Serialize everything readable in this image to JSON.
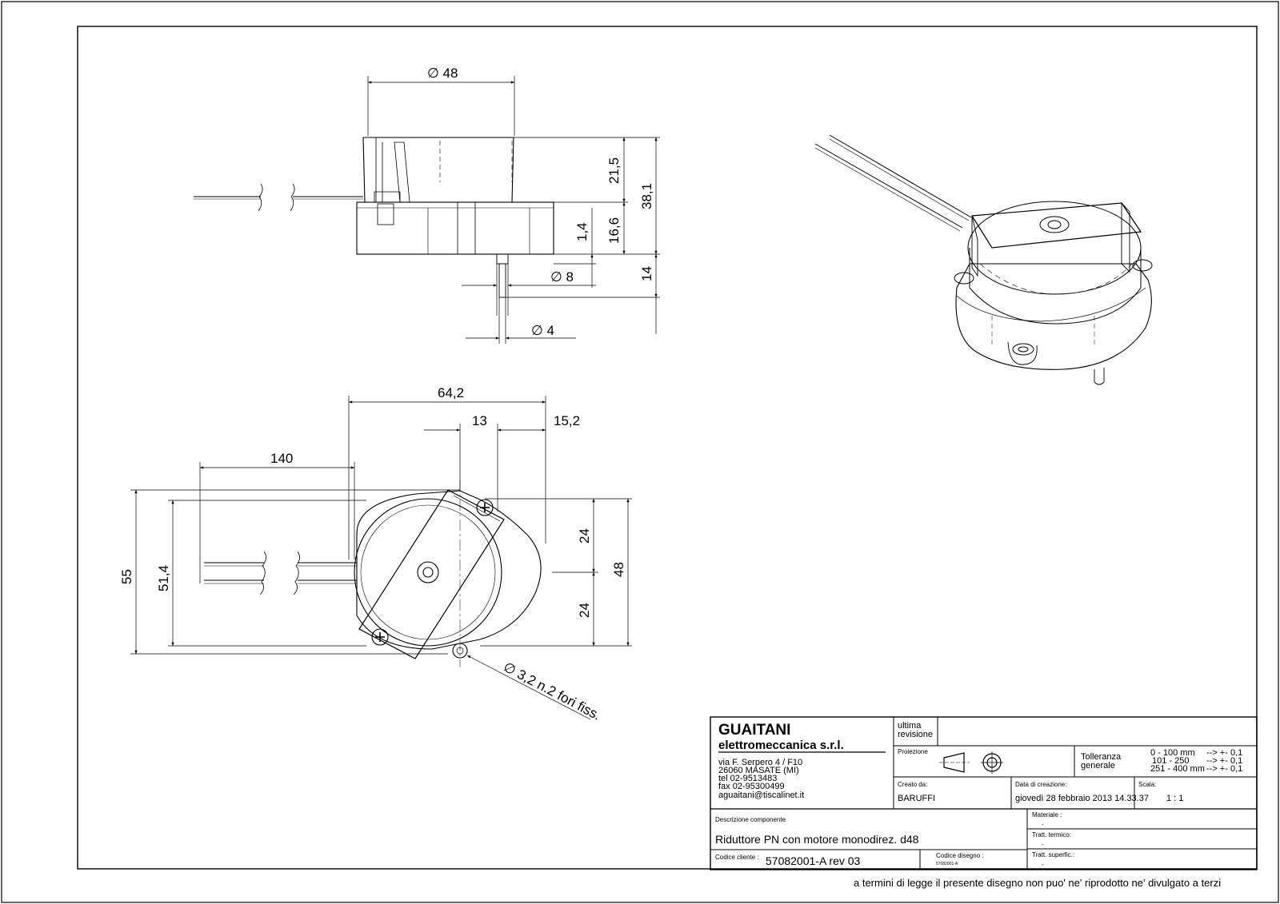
{
  "dimensions": {
    "side_view": {
      "diameter": "∅ 48",
      "cover_height": "21,5",
      "total_height": "38,1",
      "base_step": "1,4",
      "base_height": "16,6",
      "shaft_length": "14",
      "shaft_boss_diameter": "∅ 8",
      "shaft_diameter": "∅ 4"
    },
    "top_view": {
      "width": "64,2",
      "center_offset": "13",
      "right_offset": "15,2",
      "wire_length": "140",
      "overall_height": "55",
      "hole_spacing": "51,4",
      "half_upper": "24",
      "half_lower": "24",
      "diameter": "48",
      "holes_note": "∅ 3,2 n.2 fori fiss."
    }
  },
  "title_block": {
    "company_name": "GUAITANI",
    "company_sub": "elettromeccanica s.r.l.",
    "address_lines": [
      "via F. Serpero  4 / F10",
      "26060  MASATE (MI)",
      "tel 02-9513483",
      "fax 02-95300499",
      "aguaitani@tiscalinet.it"
    ],
    "last_revision_label": [
      "ultima",
      "revisione"
    ],
    "projection_label": "Proiezione",
    "tolerance_label": [
      "Tolleranza",
      "generale"
    ],
    "tolerance_rows": [
      {
        "range": "0 - 100 mm",
        "value": "--> +- 0,1"
      },
      {
        "range": "101 - 250",
        "value": "--> +- 0,1"
      },
      {
        "range": "251 - 400 mm",
        "value": "--> +- 0,1"
      }
    ],
    "created_by_label": "Creato da:",
    "created_by": "BARUFFI",
    "creation_date_label": "Data di creazione:",
    "creation_date": "giovedì 28 febbraio 2013 14.33.37",
    "scale_label": "Scala:",
    "scale": "1 : 1",
    "description_label": "Descrizione componente",
    "description": "Riduttore PN con motore monodirez. d48",
    "material_label": "Materiale :",
    "material_value": "-",
    "thermal_label": "Tratt. termico:",
    "thermal_value": "-",
    "surface_label": "Tratt. superfic.:",
    "surface_value": "-",
    "client_code_label": "Codice cliente :",
    "client_code": "57082001-A rev 03",
    "drawing_code_label": "Codice disegno :",
    "drawing_code": "57082001-A"
  },
  "footer": "a termini di legge il presente disegno non puo' ne' riprodotto ne' divulgato a terzi"
}
